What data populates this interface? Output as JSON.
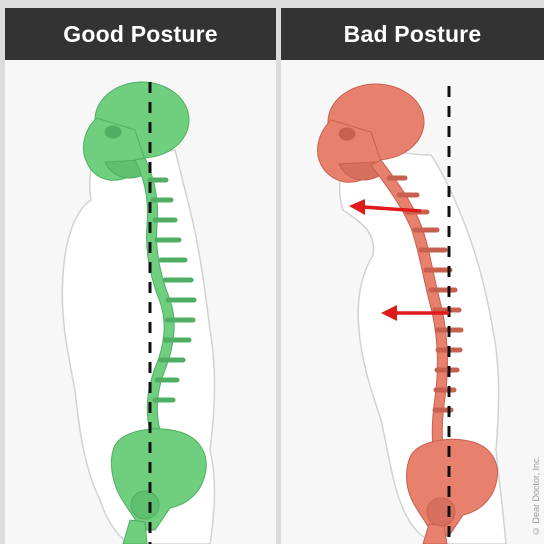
{
  "panels": {
    "good": {
      "title": "Good Posture"
    },
    "bad": {
      "title": "Bad Posture"
    }
  },
  "copyright": "© Dear Doctor, Inc.",
  "colors": {
    "header_bg": "#333333",
    "good_skeleton": "#6fcf7f",
    "bad_skeleton": "#e8806e",
    "arrow": "#e01b1b",
    "plumb_line": "#111111"
  }
}
